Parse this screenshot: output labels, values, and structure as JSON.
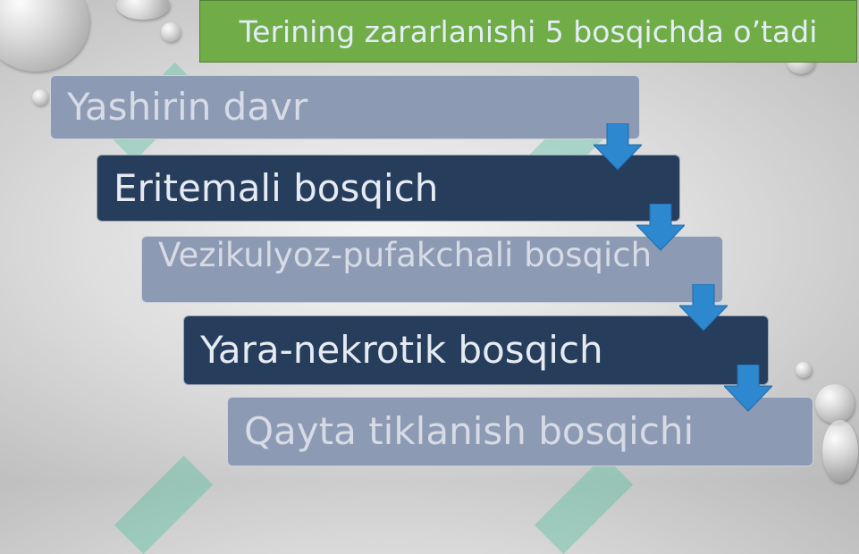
{
  "header": {
    "title": "Terining zararlanishi 5 bosqichda o’tadi"
  },
  "steps": [
    {
      "label": "Yashirin davr"
    },
    {
      "label": "Eritemali bosqich"
    },
    {
      "label": "Vezikulyoz-pufakchali bosqich"
    },
    {
      "label": "Yara-nekrotik bosqich"
    },
    {
      "label": "Qayta tiklanish bosqichi"
    }
  ],
  "colors": {
    "header_fill": "#70ad47",
    "step_light": "#8d9ab3",
    "step_dark": "#263d5c",
    "arrow": "#2e88d0"
  },
  "icons": [
    "down-arrow-icon"
  ]
}
